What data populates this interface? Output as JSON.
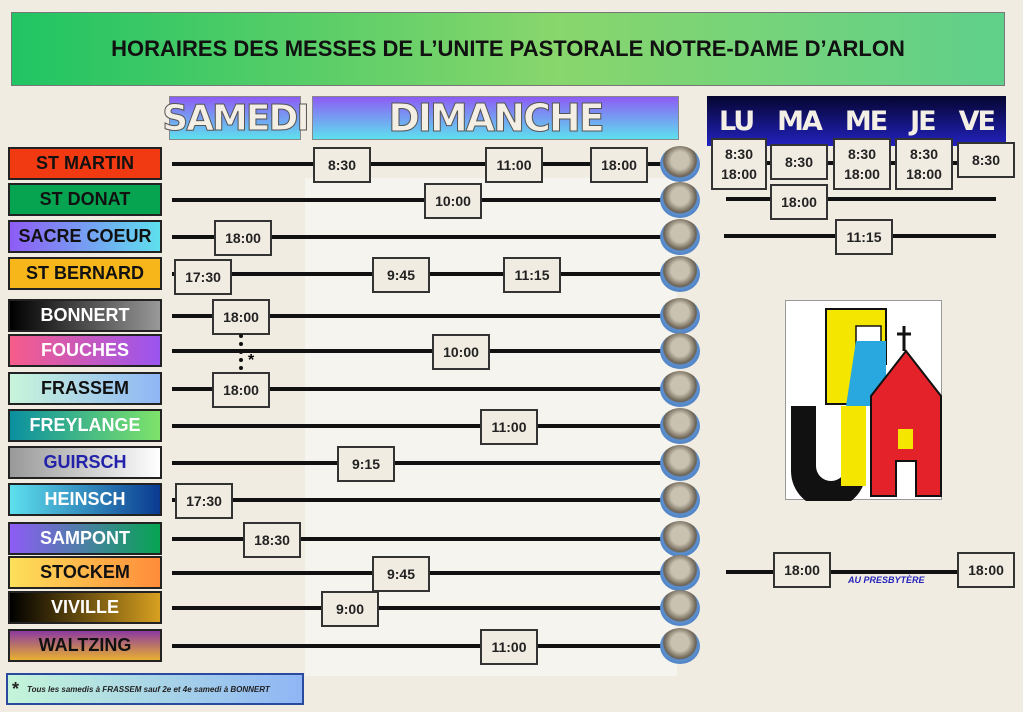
{
  "title": "HORAIRES DES MESSES DE L’UNITE PASTORALE NOTRE-DAME D’ARLON",
  "headers": {
    "samedi": "SAMEDI",
    "dimanche": "DIMANCHE",
    "weekdays": [
      "LU",
      "MA",
      "ME",
      "JE",
      "VE"
    ]
  },
  "parishes": [
    {
      "name": "ST MARTIN",
      "times": [
        "8:30",
        "11:00",
        "18:00"
      ]
    },
    {
      "name": "ST DONAT",
      "times": [
        "10:00"
      ]
    },
    {
      "name": "SACRE COEUR",
      "times": [
        "18:00"
      ]
    },
    {
      "name": "ST BERNARD",
      "times": [
        "17:30",
        "9:45",
        "11:15"
      ]
    },
    {
      "name": "BONNERT",
      "times": [
        "18:00"
      ]
    },
    {
      "name": "FOUCHES",
      "times": [
        "10:00"
      ]
    },
    {
      "name": "FRASSEM",
      "times": [
        "18:00"
      ]
    },
    {
      "name": "FREYLANGE",
      "times": [
        "11:00"
      ]
    },
    {
      "name": "GUIRSCH",
      "times": [
        "9:15"
      ]
    },
    {
      "name": "HEINSCH",
      "times": [
        "17:30"
      ]
    },
    {
      "name": "SAMPONT",
      "times": [
        "18:30"
      ]
    },
    {
      "name": "STOCKEM",
      "times": [
        "9:45"
      ]
    },
    {
      "name": "VIVILLE",
      "times": [
        "9:00"
      ]
    },
    {
      "name": "WALTZING",
      "times": [
        "11:00"
      ]
    }
  ],
  "weekday": {
    "st_martin": [
      "8:30\n18:00",
      "8:30",
      "8:30\n18:00",
      "8:30\n18:00",
      "8:30"
    ],
    "st_donat": "18:00",
    "sacre_coeur": "11:15",
    "stockem": [
      "18:00",
      "18:00"
    ],
    "stockem_note": "AU PRESBYTÈRE"
  },
  "asterisk": "*",
  "footnote": "Tous les samedis à FRASSEM  sauf 2e et 4e samedi à BONNERT",
  "logo_text": "UPA"
}
